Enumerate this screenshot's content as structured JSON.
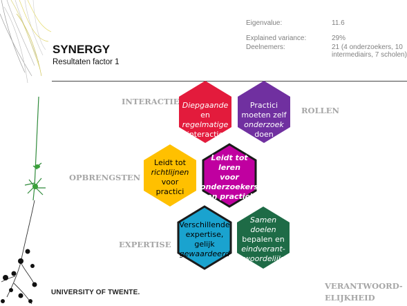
{
  "slide": {
    "title": "SYNERGY",
    "subtitle": "Resultaten factor 1",
    "stats": [
      {
        "label": "Eigenvalue:",
        "value": "11.6"
      },
      {
        "label": "Explained variance:",
        "value": "29%"
      },
      {
        "label": "Deelnemers:",
        "value": "21 (4 onderzoekers, 10 intermediairs, 7 scholen)"
      }
    ],
    "university": "UNIVERSITY OF TWENTE."
  },
  "labels": {
    "interactie": "INTERACTIE",
    "rollen": "ROLLEN",
    "opbrengsten": "OPBRENGSTEN",
    "expertise": "EXPERTISE",
    "verantwoordelijkheid_1": "VERANTWOORD-",
    "verantwoordelijkheid_2": "ELIJKHEID"
  },
  "hexagons": {
    "interactie": {
      "lines": [
        "Diepgaande",
        "en",
        "regelmatige",
        "interactie"
      ],
      "color": "#e31b3c"
    },
    "rollen": {
      "lines": [
        "Practici",
        "moeten zelf",
        "onderzoek",
        "doen"
      ],
      "color": "#7030a0"
    },
    "opbrengsten": {
      "lines": [
        "Leidt tot",
        "richtlijnen",
        "voor",
        "practici"
      ],
      "color": "#ffc000"
    },
    "center": {
      "lines": [
        "Leidt tot leren",
        "voor",
        "onderzoekers",
        "en practici"
      ],
      "color": "#c000a0"
    },
    "expertise": {
      "lines": [
        "Verschillende",
        "expertise,",
        "gelijk",
        "gewaardeerd"
      ],
      "color": "#1aa3cf"
    },
    "verantwoordelijkheid": {
      "lines": [
        "Samen doelen",
        "bepalen en",
        "eindverant-",
        "woordelijk"
      ],
      "color": "#1e6b46"
    }
  },
  "colors": {
    "label_gray": "#a6a6a6",
    "stats_gray": "#808080"
  }
}
